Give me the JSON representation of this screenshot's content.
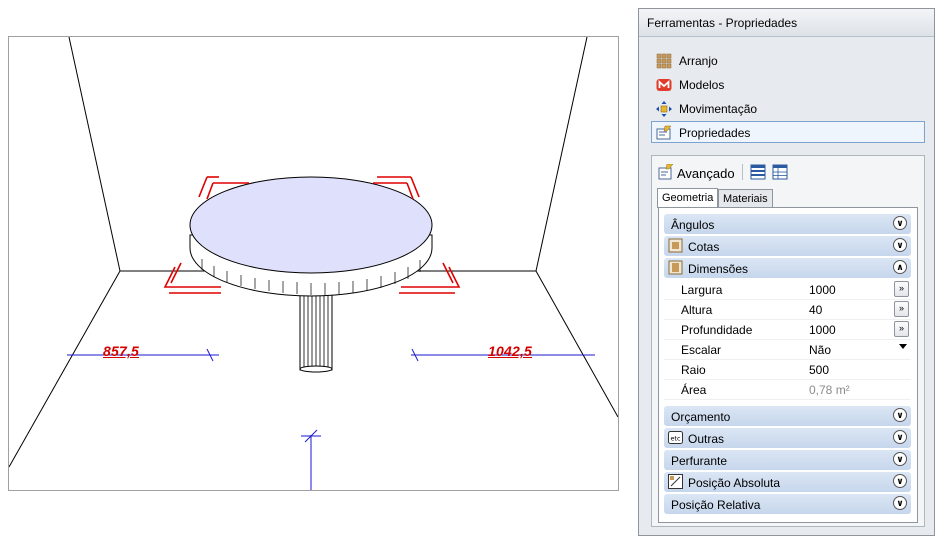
{
  "viewport": {
    "dim_left_label": "857,5",
    "dim_right_label": "1042,5"
  },
  "panel": {
    "title": "Ferramentas - Propriedades",
    "nav_items": [
      {
        "label": "Arranjo",
        "icon": "arrangement-grid-icon"
      },
      {
        "label": "Modelos",
        "icon": "models-m-icon"
      },
      {
        "label": "Movimentação",
        "icon": "move-arrows-icon"
      },
      {
        "label": "Propriedades",
        "icon": "properties-form-icon"
      }
    ],
    "selected_nav": "Propriedades",
    "advanced": {
      "label": "Avançado",
      "icon": "advanced-edit-icon"
    },
    "tabs": [
      {
        "label": "Geometria",
        "active": true
      },
      {
        "label": "Materiais",
        "active": false
      }
    ],
    "sections_top": [
      {
        "label": "Ângulos",
        "expanded": false,
        "icon": ""
      },
      {
        "label": "Cotas",
        "expanded": false,
        "icon": "dimensions-icon"
      },
      {
        "label": "Dimensões",
        "expanded": true,
        "icon": "size-icon"
      }
    ],
    "properties": [
      {
        "name": "Largura",
        "value": "1000",
        "button": "»"
      },
      {
        "name": "Altura",
        "value": "40",
        "button": "»"
      },
      {
        "name": "Profundidade",
        "value": "1000",
        "button": "»"
      },
      {
        "name": "Escalar",
        "value": "Não",
        "dropdown": true
      },
      {
        "name": "Raio",
        "value": "500"
      },
      {
        "name": "Área",
        "value": "0,78 m²",
        "readonly": true
      }
    ],
    "sections_bottom": [
      {
        "label": "Orçamento",
        "expanded": false,
        "icon": ""
      },
      {
        "label": "Outras",
        "expanded": false,
        "icon": "etc-icon"
      },
      {
        "label": "Perfurante",
        "expanded": false,
        "icon": ""
      },
      {
        "label": "Posição Absoluta",
        "expanded": false,
        "icon": "absolute-position-icon"
      },
      {
        "label": "Posição Relativa",
        "expanded": false,
        "icon": ""
      }
    ],
    "colors": {
      "section_bg": "#c6d6ec",
      "selection_border": "#7da2ce",
      "dimension_red": "#d40000",
      "dimension_blue": "#1a1ad0"
    }
  }
}
